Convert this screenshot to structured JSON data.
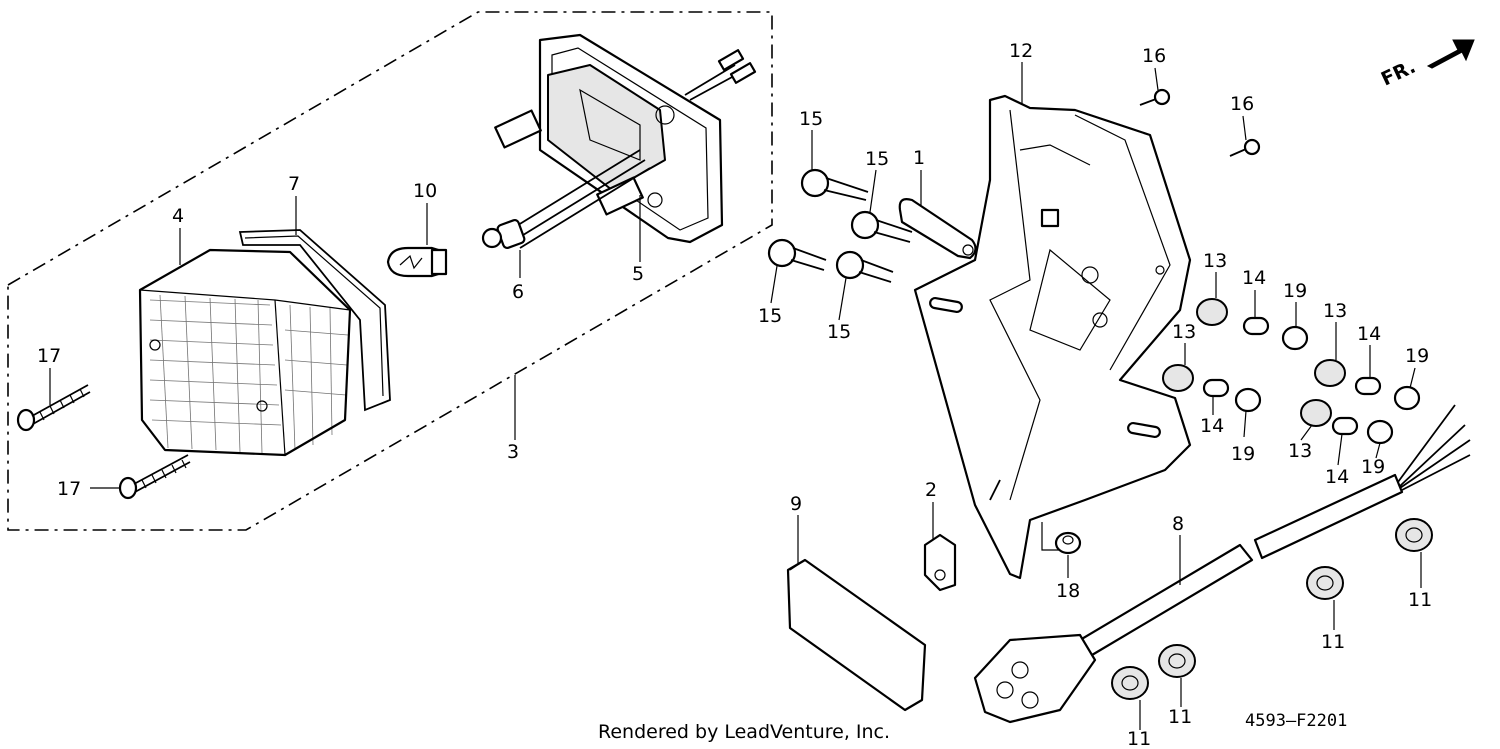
{
  "diagram": {
    "callouts": [
      {
        "id": "c1",
        "text": "1"
      },
      {
        "id": "c2",
        "text": "2"
      },
      {
        "id": "c3",
        "text": "3"
      },
      {
        "id": "c4",
        "text": "4"
      },
      {
        "id": "c5",
        "text": "5"
      },
      {
        "id": "c6",
        "text": "6"
      },
      {
        "id": "c7",
        "text": "7"
      },
      {
        "id": "c8",
        "text": "8"
      },
      {
        "id": "c9",
        "text": "9"
      },
      {
        "id": "c10",
        "text": "10"
      },
      {
        "id": "c11a",
        "text": "11"
      },
      {
        "id": "c11b",
        "text": "11"
      },
      {
        "id": "c11c",
        "text": "11"
      },
      {
        "id": "c11d",
        "text": "11"
      },
      {
        "id": "c12",
        "text": "12"
      },
      {
        "id": "c13a",
        "text": "13"
      },
      {
        "id": "c13b",
        "text": "13"
      },
      {
        "id": "c13c",
        "text": "13"
      },
      {
        "id": "c13d",
        "text": "13"
      },
      {
        "id": "c14a",
        "text": "14"
      },
      {
        "id": "c14b",
        "text": "14"
      },
      {
        "id": "c14c",
        "text": "14"
      },
      {
        "id": "c14d",
        "text": "14"
      },
      {
        "id": "c15a",
        "text": "15"
      },
      {
        "id": "c15b",
        "text": "15"
      },
      {
        "id": "c15c",
        "text": "15"
      },
      {
        "id": "c15d",
        "text": "15"
      },
      {
        "id": "c16a",
        "text": "16"
      },
      {
        "id": "c16b",
        "text": "16"
      },
      {
        "id": "c17a",
        "text": "17"
      },
      {
        "id": "c17b",
        "text": "17"
      },
      {
        "id": "c18",
        "text": "18"
      },
      {
        "id": "c19a",
        "text": "19"
      },
      {
        "id": "c19b",
        "text": "19"
      },
      {
        "id": "c19c",
        "text": "19"
      },
      {
        "id": "c19d",
        "text": "19"
      }
    ],
    "direction_label": "FR.",
    "footer": "Rendered by LeadVenture, Inc.",
    "drawing_code": "4593–F2201"
  }
}
